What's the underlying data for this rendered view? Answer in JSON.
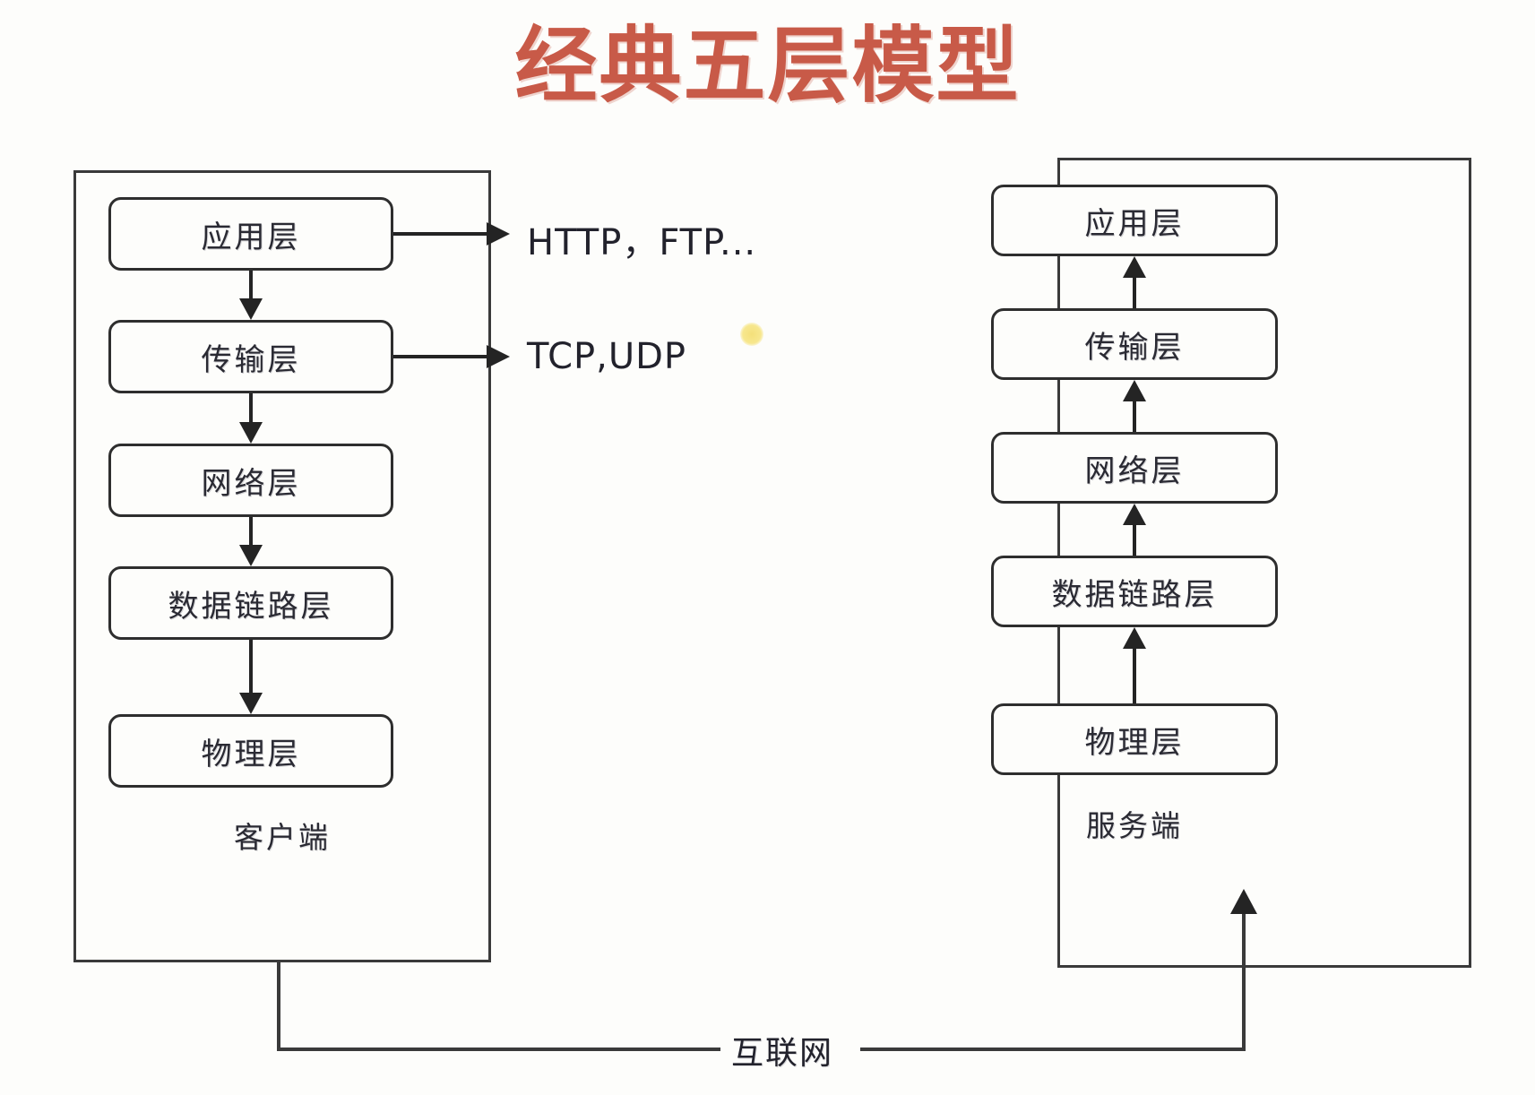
{
  "title": "经典五层模型",
  "title_color": "#c85a48",
  "background_color": "#fdfdfb",
  "stroke_color": "#2e2e2e",
  "client": {
    "caption": "客户端",
    "layers": [
      {
        "label": "应用层"
      },
      {
        "label": "传输层"
      },
      {
        "label": "网络层"
      },
      {
        "label": "数据链路层"
      },
      {
        "label": "物理层"
      }
    ],
    "flow_direction": "down"
  },
  "server": {
    "caption": "服务端",
    "layers": [
      {
        "label": "应用层"
      },
      {
        "label": "传输层"
      },
      {
        "label": "网络层"
      },
      {
        "label": "数据链路层"
      },
      {
        "label": "物理层"
      }
    ],
    "flow_direction": "up"
  },
  "protocol_callouts": [
    {
      "from_layer": "应用层",
      "label": "HTTP，FTP..."
    },
    {
      "from_layer": "传输层",
      "label": "TCP,UDP"
    }
  ],
  "network": {
    "label": "互联网"
  },
  "annotations": {
    "highlight_dot_color": "#f4e07a"
  }
}
